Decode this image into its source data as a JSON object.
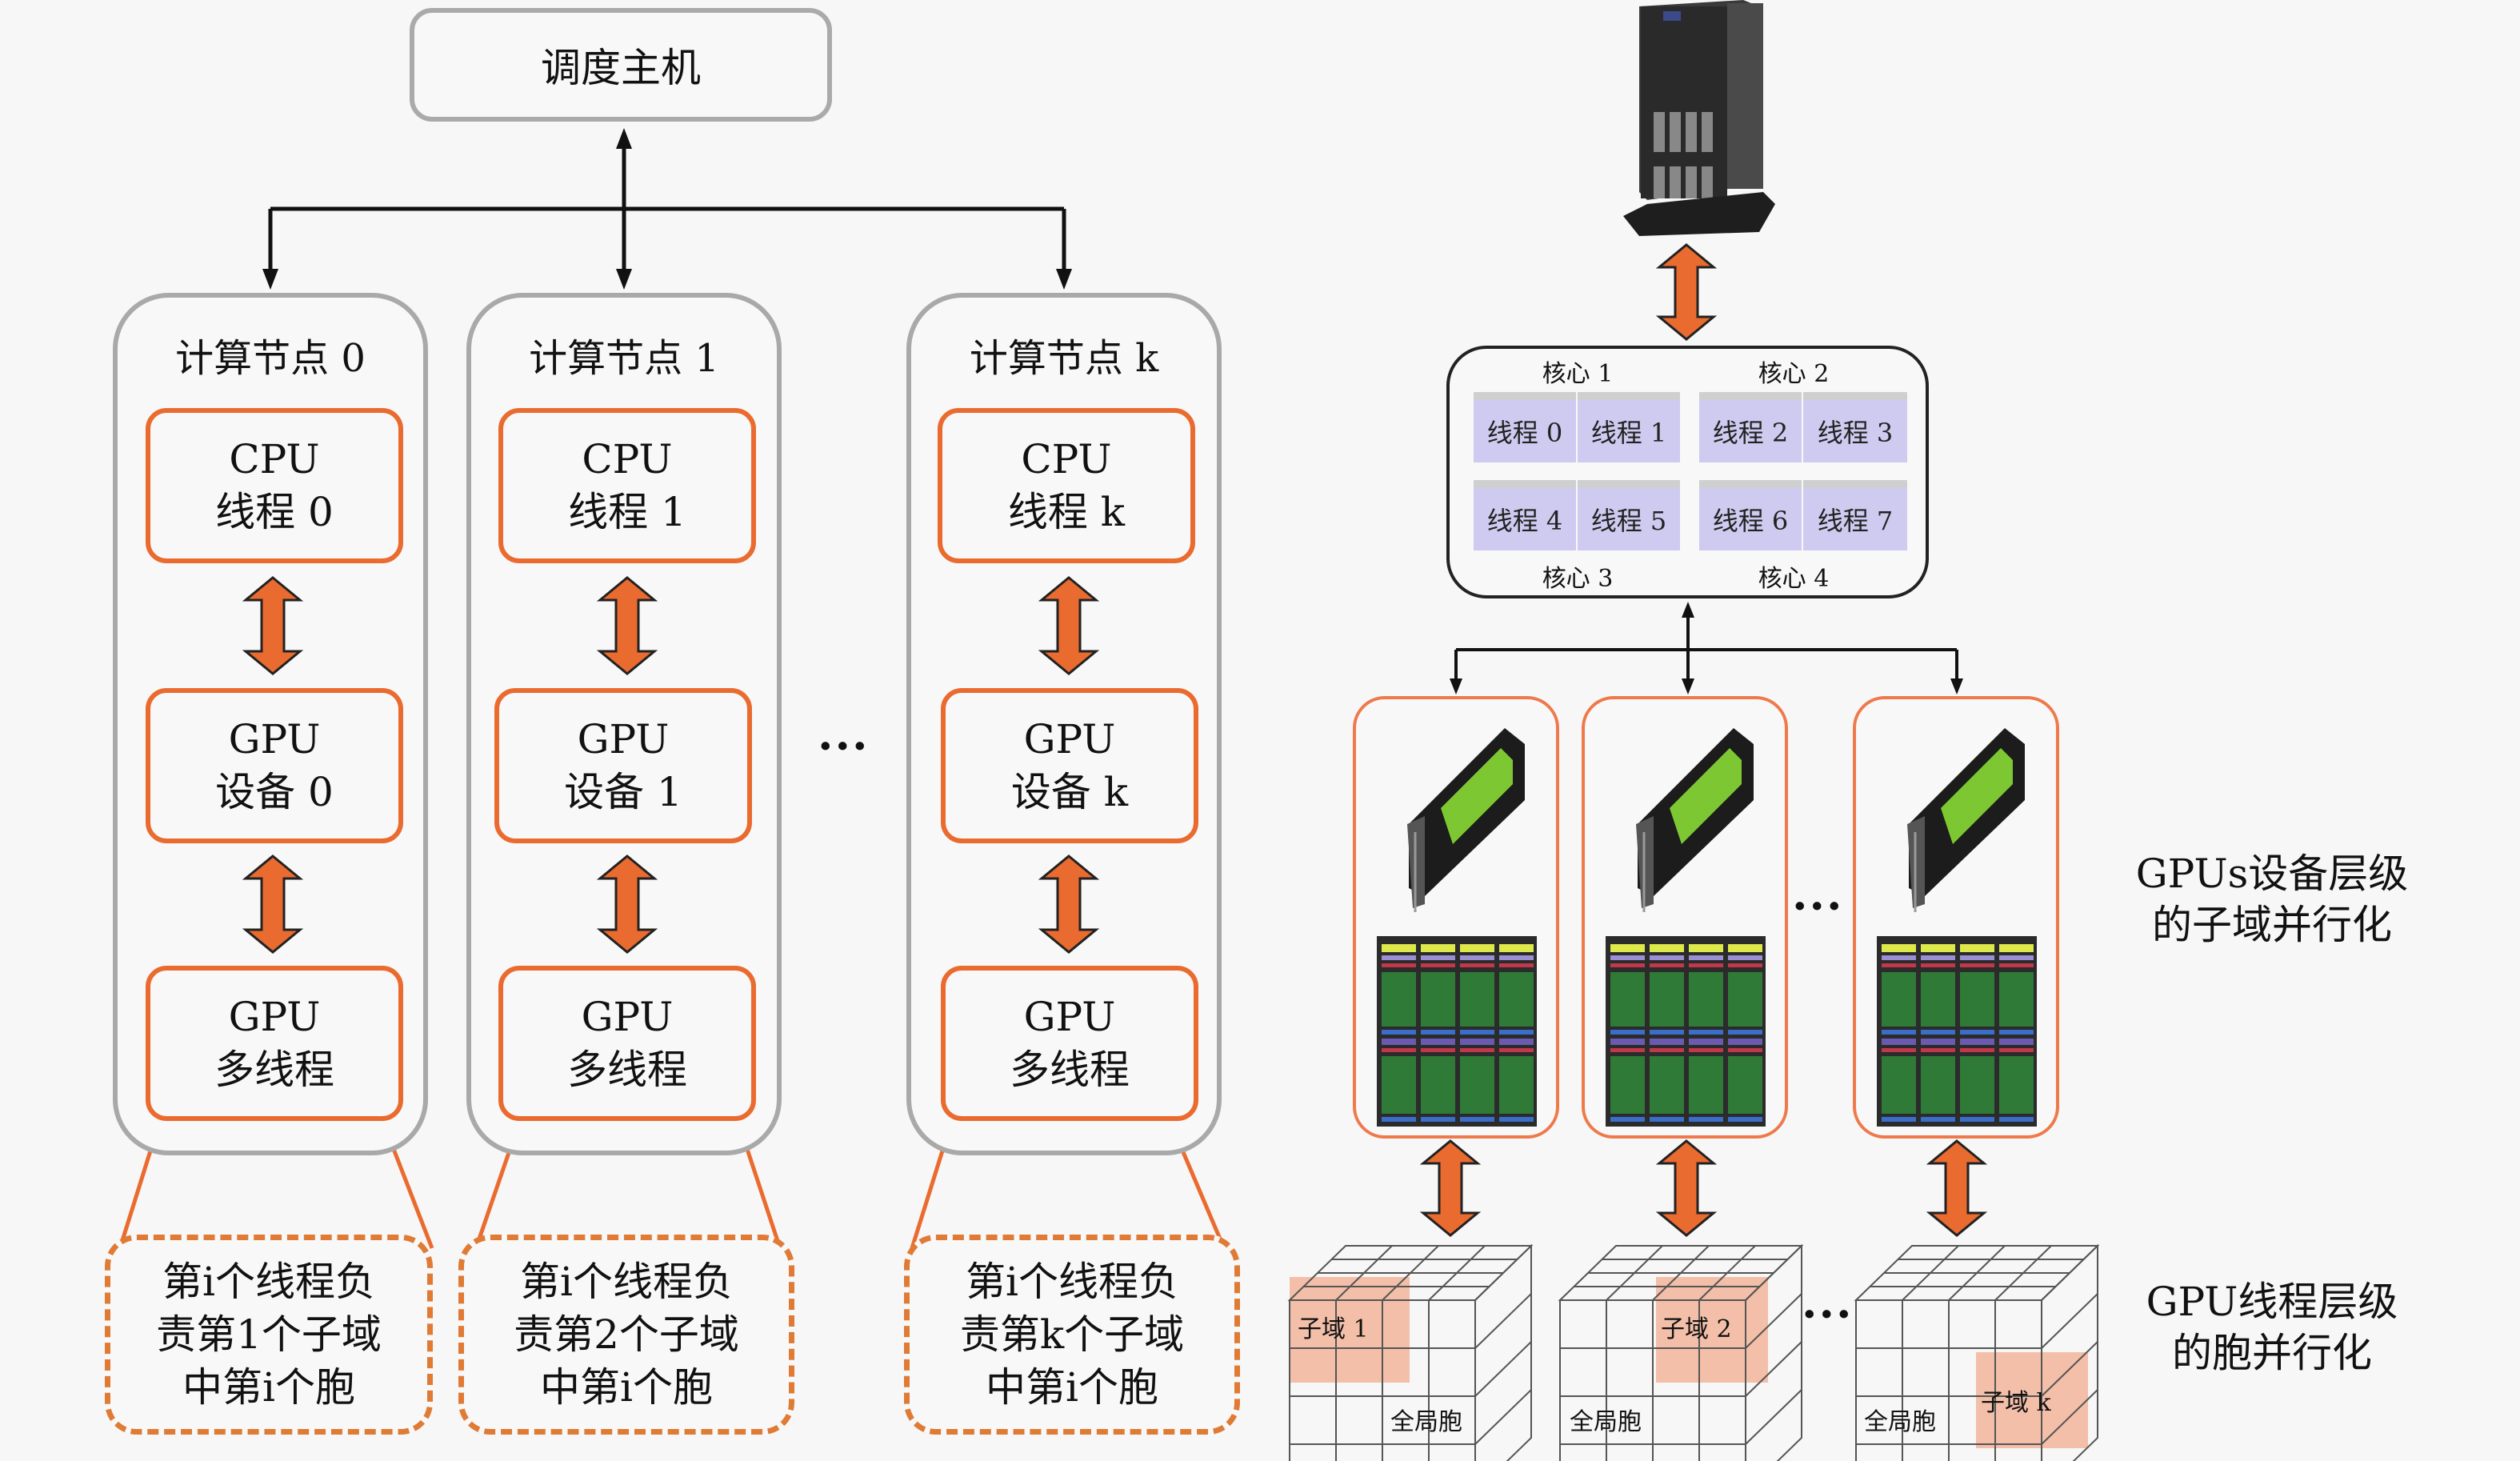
{
  "scheduler": {
    "label": "调度主机"
  },
  "nodes": [
    {
      "title": "计算节点 0",
      "cpu": [
        "CPU",
        "线程 0"
      ],
      "gpu": [
        "GPU",
        "设备 0"
      ],
      "multi": [
        "GPU",
        "多线程"
      ],
      "task": [
        "第i个线程负",
        "责第1个子域",
        "中第i个胞"
      ]
    },
    {
      "title": "计算节点 1",
      "cpu": [
        "CPU",
        "线程 1"
      ],
      "gpu": [
        "GPU",
        "设备 1"
      ],
      "multi": [
        "GPU",
        "多线程"
      ],
      "task": [
        "第i个线程负",
        "责第2个子域",
        "中第i个胞"
      ]
    },
    {
      "title": "计算节点 k",
      "cpu": [
        "CPU",
        "线程 k"
      ],
      "gpu": [
        "GPU",
        "设备 k"
      ],
      "multi": [
        "GPU",
        "多线程"
      ],
      "task": [
        "第i个线程负",
        "责第k个子域",
        "中第i个胞"
      ]
    }
  ],
  "ellipsis": "···",
  "server": {
    "icon": "server-tower-icon"
  },
  "cpu_cores": {
    "cores": [
      "核心 1",
      "核心 2",
      "核心 3",
      "核心 4"
    ],
    "threads": [
      "线程 0",
      "线程 1",
      "线程 2",
      "线程 3",
      "线程 4",
      "线程 5",
      "线程 6",
      "线程 7"
    ]
  },
  "gpu_devices": {
    "count_shown": 3,
    "icon": "gpu-card-icon",
    "chip_icon": "gpu-die-icon"
  },
  "grids": [
    {
      "subdomain": "子域 1",
      "global": "全局胞"
    },
    {
      "subdomain": "子域 2",
      "global": "全局胞"
    },
    {
      "subdomain": "子域 k",
      "global": "全局胞"
    }
  ],
  "labels": {
    "device_level": [
      "GPUs设备层级",
      "的子域并行化"
    ],
    "thread_level": [
      "GPU线程层级",
      "的胞并行化"
    ]
  },
  "colors": {
    "orange": "#ea6b2f",
    "gray_border": "#a9a9a9",
    "thread_fill": "#cfcaf0",
    "subdomain_fill": "#f3b8a0"
  }
}
